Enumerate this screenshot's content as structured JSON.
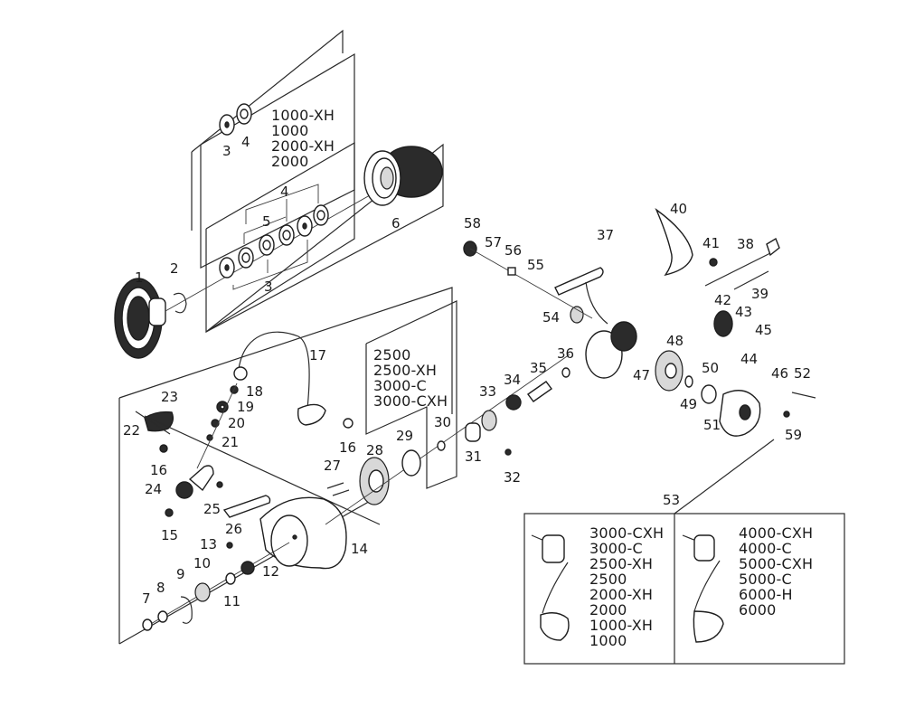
{
  "diagram": {
    "title": "Spinning reel exploded parts diagram",
    "spool_washer_group_upper": {
      "part_labels": [
        "3",
        "4"
      ],
      "models": [
        "1000-XH",
        "1000",
        "2000-XH",
        "2000"
      ]
    },
    "spool_washer_group_lower": {
      "part_labels": [
        "4",
        "5",
        "3"
      ]
    },
    "rotor_nut_group": {
      "models": [
        "2500",
        "2500-XH",
        "3000-C",
        "3000-CXH"
      ]
    },
    "handle_group": {
      "label": "53",
      "left": {
        "models": [
          "3000-CXH",
          "3000-C",
          "2500-XH",
          "2500",
          "2000-XH",
          "2000",
          "1000-XH",
          "1000"
        ]
      },
      "right": {
        "models": [
          "4000-CXH",
          "4000-C",
          "5000-CXH",
          "5000-C",
          "6000-H",
          "6000"
        ]
      }
    },
    "part_numbers": [
      "1",
      "2",
      "3",
      "4",
      "5",
      "6",
      "7",
      "8",
      "9",
      "10",
      "11",
      "12",
      "13",
      "14",
      "15",
      "16",
      "17",
      "18",
      "19",
      "20",
      "21",
      "22",
      "23",
      "24",
      "25",
      "26",
      "27",
      "28",
      "29",
      "30",
      "31",
      "32",
      "33",
      "34",
      "35",
      "36",
      "37",
      "38",
      "39",
      "40",
      "41",
      "42",
      "43",
      "44",
      "45",
      "46",
      "47",
      "48",
      "49",
      "50",
      "51",
      "52",
      "53",
      "54",
      "55",
      "56",
      "57",
      "58",
      "59"
    ]
  }
}
